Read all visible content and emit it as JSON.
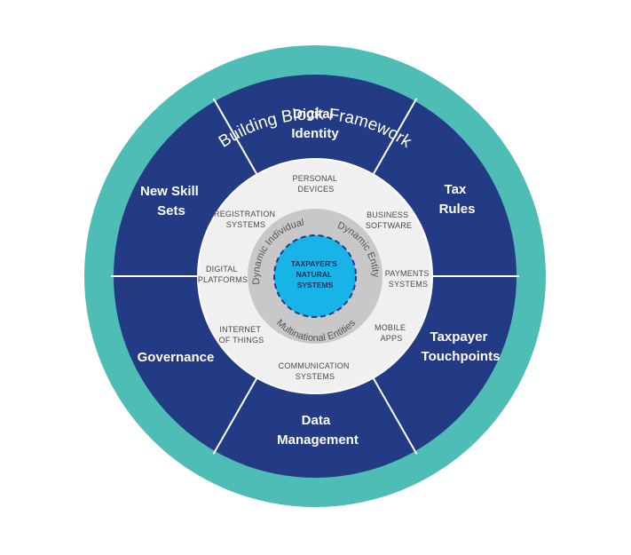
{
  "framework": {
    "top_title": "Building Block Framework",
    "bottom_title": "Tax Administration 3.0"
  },
  "blocks": [
    {
      "lines": [
        "Digital",
        "Identity"
      ]
    },
    {
      "lines": [
        "Tax",
        "Rules"
      ]
    },
    {
      "lines": [
        "Taxpayer",
        "Touchpoints"
      ]
    },
    {
      "lines": [
        "Data",
        "Management"
      ]
    },
    {
      "lines": [
        "Governance"
      ]
    },
    {
      "lines": [
        "New Skill",
        "Sets"
      ]
    }
  ],
  "systems": [
    {
      "lines": [
        "PERSONAL",
        "DEVICES"
      ]
    },
    {
      "lines": [
        "BUSINESS",
        "SOFTWARE"
      ]
    },
    {
      "lines": [
        "PAYMENTS",
        "SYSTEMS"
      ]
    },
    {
      "lines": [
        "MOBILE",
        "APPS"
      ]
    },
    {
      "lines": [
        "COMMUNICATION",
        "SYSTEMS"
      ]
    },
    {
      "lines": [
        "INTERNET",
        "OF THINGS"
      ]
    },
    {
      "lines": [
        "DIGITAL",
        "PLATFORMS"
      ]
    },
    {
      "lines": [
        "REGISTRATION",
        "SYSTEMS"
      ]
    }
  ],
  "entities": {
    "individual": "Dynamic Individual",
    "entity": "Dynamic Entity",
    "multinational": "Multinational Entities"
  },
  "core": {
    "lines": [
      "TAXPAYER'S",
      "NATURAL",
      "SYSTEMS"
    ]
  },
  "colors": {
    "outer_ring": "#4dbdb5",
    "blocks": "#233a84",
    "systems_ring": "#f0f0f0",
    "entities_ring": "#c8c8c8",
    "core": "#18b4e8",
    "core_border": "#1f3a8a"
  }
}
